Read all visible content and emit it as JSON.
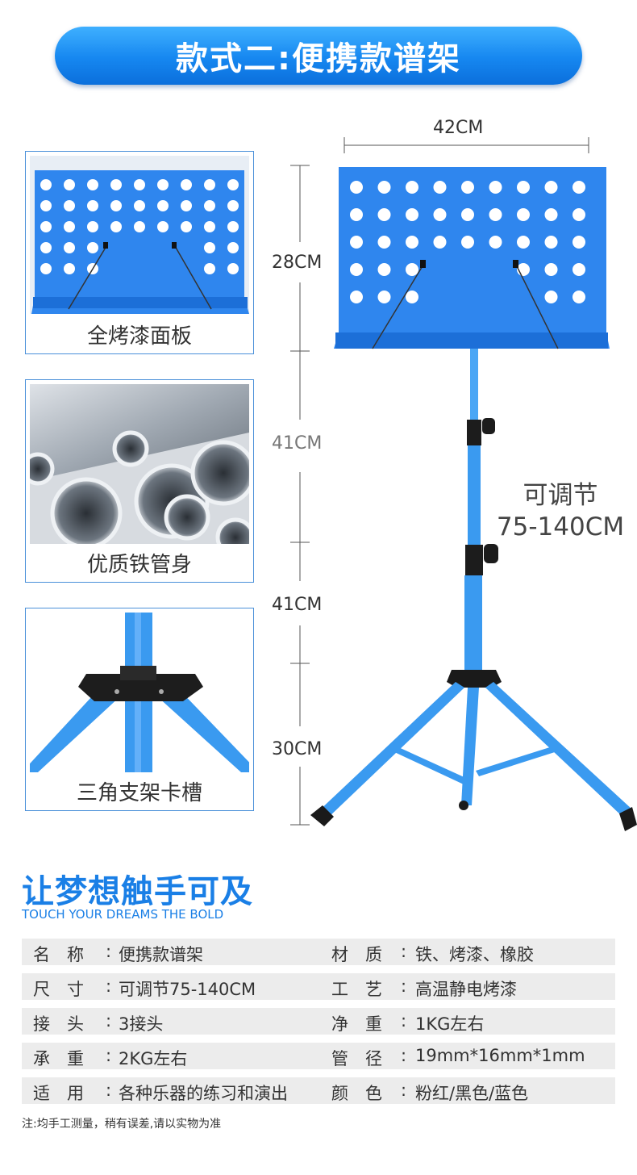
{
  "banner": {
    "title": "款式二:便携款谱架"
  },
  "panels": [
    {
      "caption": "全烤漆面板"
    },
    {
      "caption": "优质铁管身"
    },
    {
      "caption": "三角支架卡槽"
    }
  ],
  "dimensions": {
    "width": "42CM",
    "panel_height": "28CM",
    "tube_upper": "41CM",
    "tube_lower": "41CM",
    "legs": "30CM"
  },
  "adjustable": {
    "line1": "可调节",
    "line2": "75-140CM"
  },
  "slogan": {
    "title": "让梦想触手可及",
    "subtitle": "TOUCH YOUR DREAMS THE BOLD"
  },
  "specs": [
    {
      "l_label": "名　称",
      "l_sep": ":",
      "l_value": "便携款谱架",
      "r_label": "材　质",
      "r_sep": ":",
      "r_value": "铁、烤漆、橡胶"
    },
    {
      "l_label": "尺　寸",
      "l_sep": ":",
      "l_value": "可调节75-140CM",
      "r_label": "工　艺",
      "r_sep": ":",
      "r_value": "高温静电烤漆"
    },
    {
      "l_label": "接　头",
      "l_sep": ":",
      "l_value": "3接头",
      "r_label": "净　重",
      "r_sep": ":",
      "r_value": "1KG左右"
    },
    {
      "l_label": "承　重",
      "l_sep": ":",
      "l_value": "2KG左右",
      "r_label": "管　径",
      "r_sep": ":",
      "r_value": "19mm*16mm*1mm"
    },
    {
      "l_label": "适　用",
      "l_sep": ":",
      "l_value": "各种乐器的练习和演出",
      "r_label": "颜　色",
      "r_sep": ":",
      "r_value": "粉红/黑色/蓝色"
    }
  ],
  "note": "注:均手工测量，稍有误差,请以实物为准",
  "colors": {
    "accent": "#1a7fe6",
    "stand_blue": "#3a9af0",
    "panel_blue": "#2f86ee"
  }
}
